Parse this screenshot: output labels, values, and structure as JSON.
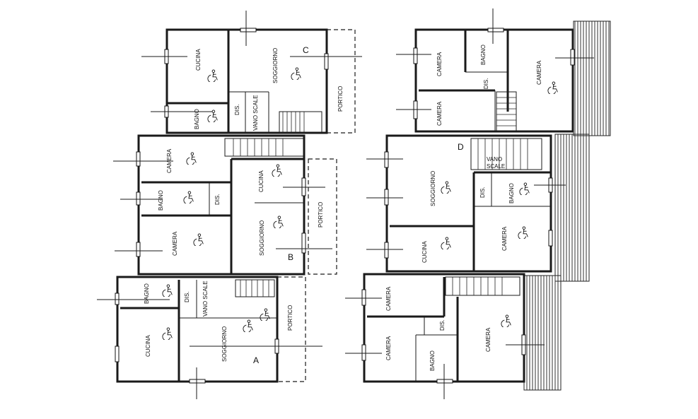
{
  "rooms": {
    "cucina": "CUCINA",
    "soggiorno": "SOGGIORNO",
    "bagno": "BAGNO",
    "dis": "DIS.",
    "vano_scale": "VANO SCALE",
    "portico": "PORTICO",
    "camera": "CAMERA",
    "vano": "VANO",
    "scale": "SCALE"
  },
  "units": {
    "a": "A",
    "b": "B",
    "c": "C",
    "d": "D"
  },
  "icons": {
    "accessibility": "wheelchair-icon"
  }
}
